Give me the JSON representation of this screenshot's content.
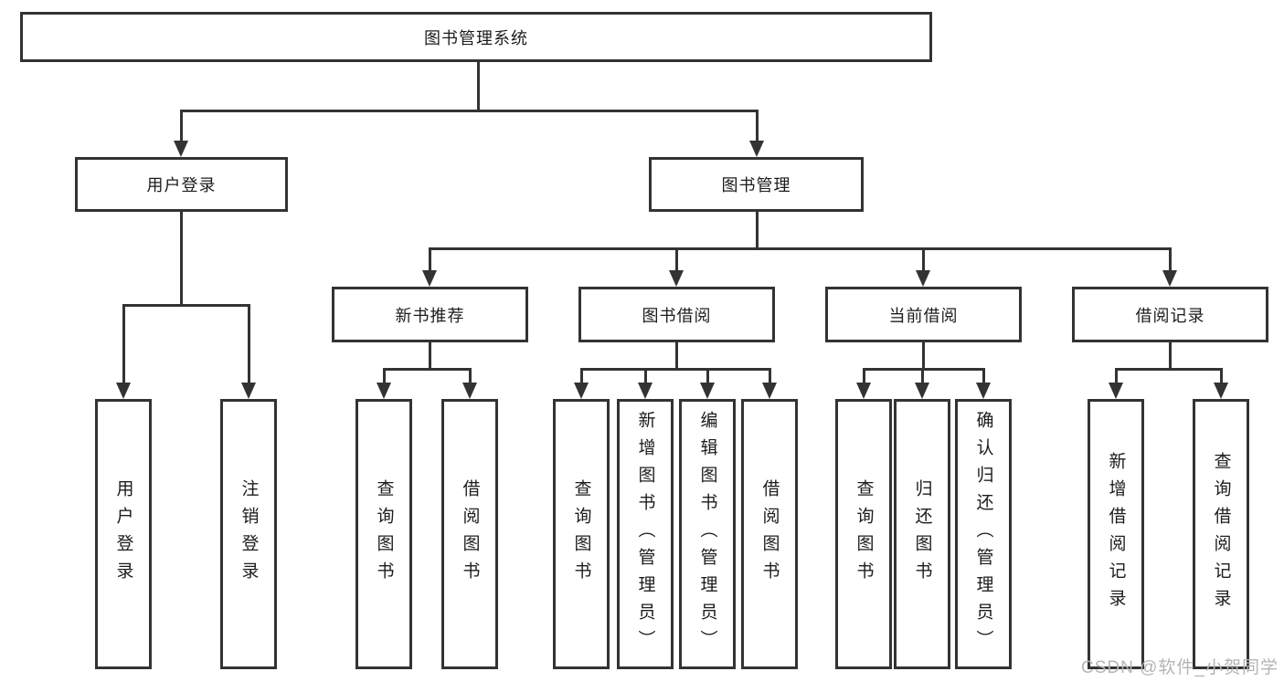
{
  "diagram": {
    "root": {
      "label": "图书管理系统"
    },
    "branches": [
      {
        "label": "用户登录",
        "children": [
          {
            "label": "用户登录"
          },
          {
            "label": "注销登录"
          }
        ]
      },
      {
        "label": "图书管理",
        "children": [
          {
            "label": "新书推荐",
            "children": [
              {
                "label": "查询图书"
              },
              {
                "label": "借阅图书"
              }
            ]
          },
          {
            "label": "图书借阅",
            "children": [
              {
                "label": "查询图书"
              },
              {
                "label": "新增图书（管理员）"
              },
              {
                "label": "编辑图书（管理员）"
              },
              {
                "label": "借阅图书"
              }
            ]
          },
          {
            "label": "当前借阅",
            "children": [
              {
                "label": "查询图书"
              },
              {
                "label": "归还图书"
              },
              {
                "label": "确认归还（管理员）"
              }
            ]
          },
          {
            "label": "借阅记录",
            "children": [
              {
                "label": "新增借阅记录"
              },
              {
                "label": "查询借阅记录"
              }
            ]
          }
        ]
      }
    ]
  },
  "watermark": {
    "text": "CSDN @软件_小贺同学",
    "color": "#b5b5b5"
  },
  "colors": {
    "line": "#333333",
    "text": "#1c1c1c",
    "background": "#ffffff"
  }
}
